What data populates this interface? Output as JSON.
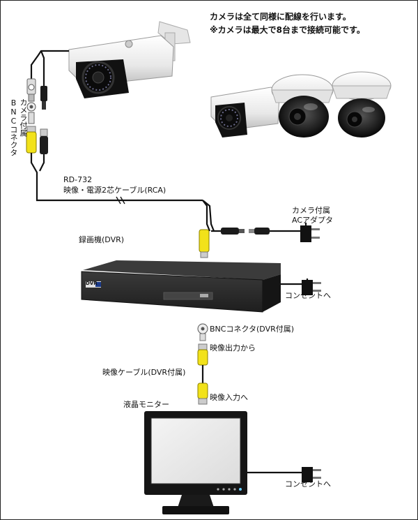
{
  "notes": {
    "line1": "カメラは全て同様に配線を行います。",
    "line2": "※カメラは最大で8台まで接続可能です。"
  },
  "labels": {
    "camera_bnc_a": "カメラ付属",
    "camera_bnc_b": "BNCコネクタ",
    "cable_model": "RD-732",
    "cable_desc": "映像・電源2芯ケーブル(RCA)",
    "adapter_a": "カメラ付属",
    "adapter_b": "ACアダプタ",
    "dvr": "録画機(DVR)",
    "dvr_outlet": "コンセントへ",
    "dvr_bnc": "BNCコネクタ(DVR付属)",
    "video_out": "映像出力から",
    "video_cable": "映像ケーブル(DVR付属)",
    "video_in": "映像入力へ",
    "monitor": "液晶モニター",
    "monitor_outlet": "コンセントへ",
    "dvr_badge": "DVR"
  },
  "colors": {
    "cable": "#111111",
    "rca_yellow": "#f2e21a",
    "camera_white": "#f2f2f2",
    "dvr_body": "#2a2a2a",
    "monitor_body": "#1a1a1a"
  }
}
